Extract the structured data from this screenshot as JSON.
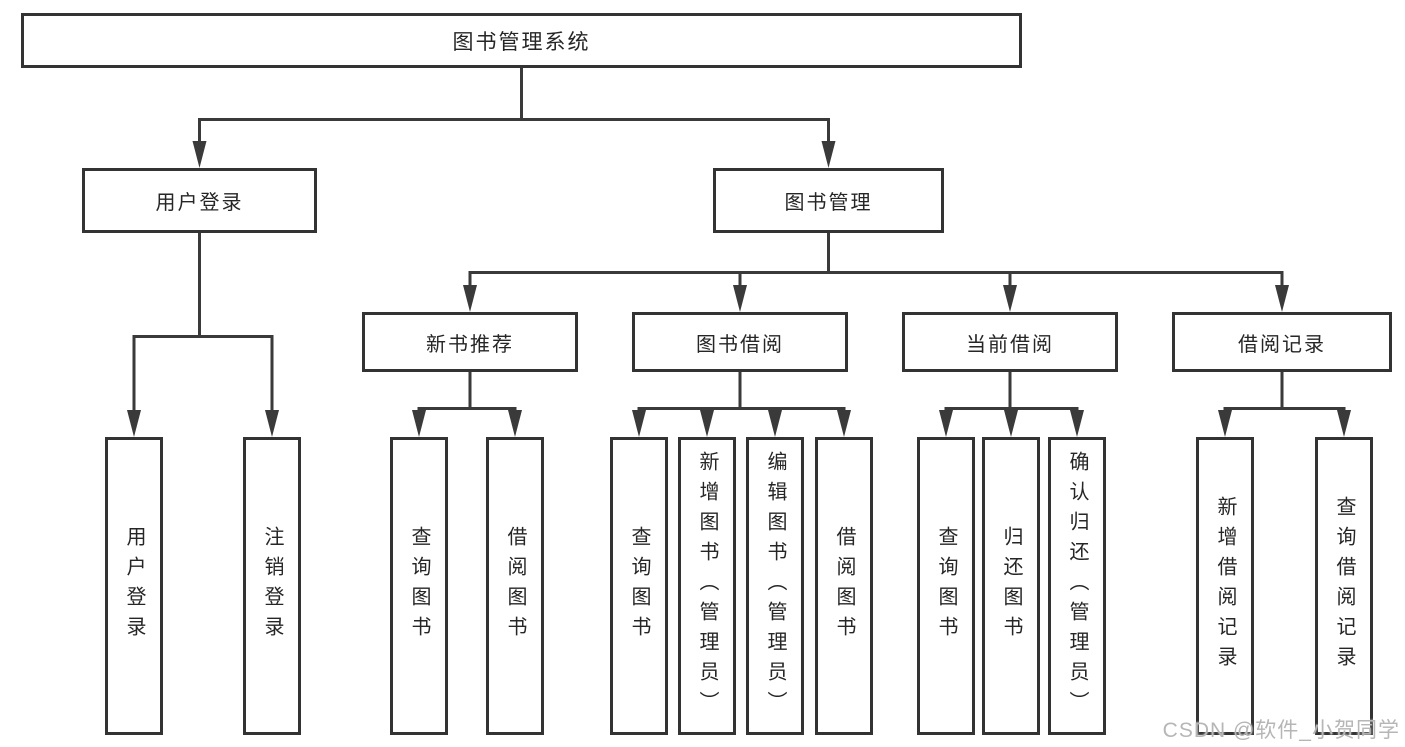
{
  "diagram": {
    "root": {
      "label": "图书管理系统"
    },
    "level2": [
      {
        "label": "用户登录"
      },
      {
        "label": "图书管理"
      }
    ],
    "level3": [
      {
        "label": "新书推荐"
      },
      {
        "label": "图书借阅"
      },
      {
        "label": "当前借阅"
      },
      {
        "label": "借阅记录"
      }
    ],
    "leaves": {
      "user_login": [
        {
          "label": "用户登录"
        },
        {
          "label": "注销登录"
        }
      ],
      "new_book": [
        {
          "label": "查询图书"
        },
        {
          "label": "借阅图书"
        }
      ],
      "book_borrow": [
        {
          "label": "查询图书"
        },
        {
          "label": "新增图书（管理员）"
        },
        {
          "label": "编辑图书（管理员）"
        },
        {
          "label": "借阅图书"
        }
      ],
      "current_borrow": [
        {
          "label": "查询图书"
        },
        {
          "label": "归还图书"
        },
        {
          "label": "确认归还（管理员）"
        }
      ],
      "borrow_record": [
        {
          "label": "新增借阅记录"
        },
        {
          "label": "查询借阅记录"
        }
      ]
    }
  },
  "watermark": {
    "text": "CSDN @软件_小贺同学"
  },
  "colors": {
    "line": "#3a3a3a",
    "border": "#333333",
    "text": "#262626",
    "watermark": "#b6b6b6",
    "background": "#ffffff"
  }
}
